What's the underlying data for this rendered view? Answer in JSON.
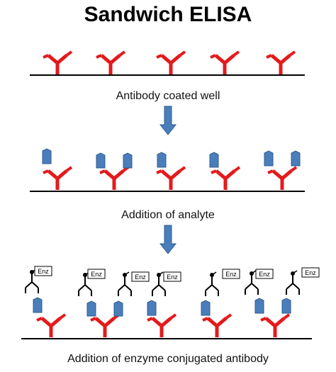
{
  "title": "Sandwich ELISA",
  "captions": {
    "step1": "Antibody coated well",
    "step2": "Addition of analyte",
    "step3": "Addition of enzyme conjugated antibody"
  },
  "enzyme_label": "Enz",
  "colors": {
    "capture_antibody": "#e31a1c",
    "analyte": "#4a7ebb",
    "arrow": "#4a7ebb",
    "detection_antibody": "#000000",
    "surface": "#000000"
  }
}
